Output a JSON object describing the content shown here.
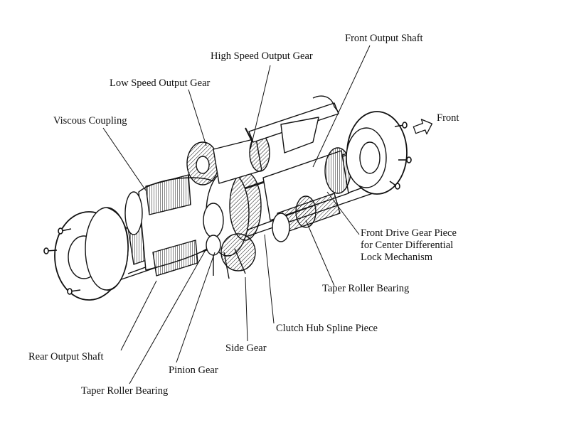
{
  "colors": {
    "ink": "#111111",
    "paper": "#ffffff",
    "shade": "#bdbdbd"
  },
  "labels": {
    "front_output_shaft": "Front Output Shaft",
    "high_speed_output_gear": "High Speed Output Gear",
    "low_speed_output_gear": "Low Speed Output Gear",
    "viscous_coupling": "Viscous Coupling",
    "front": "Front",
    "front_drive_gear_1": "Front Drive Gear Piece",
    "front_drive_gear_2": "for Center Differential",
    "front_drive_gear_3": "Lock Mechanism",
    "taper_roller_bearing_right": "Taper Roller Bearing",
    "clutch_hub_spline_piece": "Clutch Hub Spline Piece",
    "side_gear": "Side Gear",
    "rear_output_shaft": "Rear Output Shaft",
    "pinion_gear": "Pinion Gear",
    "taper_roller_bearing_left": "Taper Roller Bearing"
  },
  "icons": {
    "front_arrow": "outline-arrow-right-icon"
  }
}
